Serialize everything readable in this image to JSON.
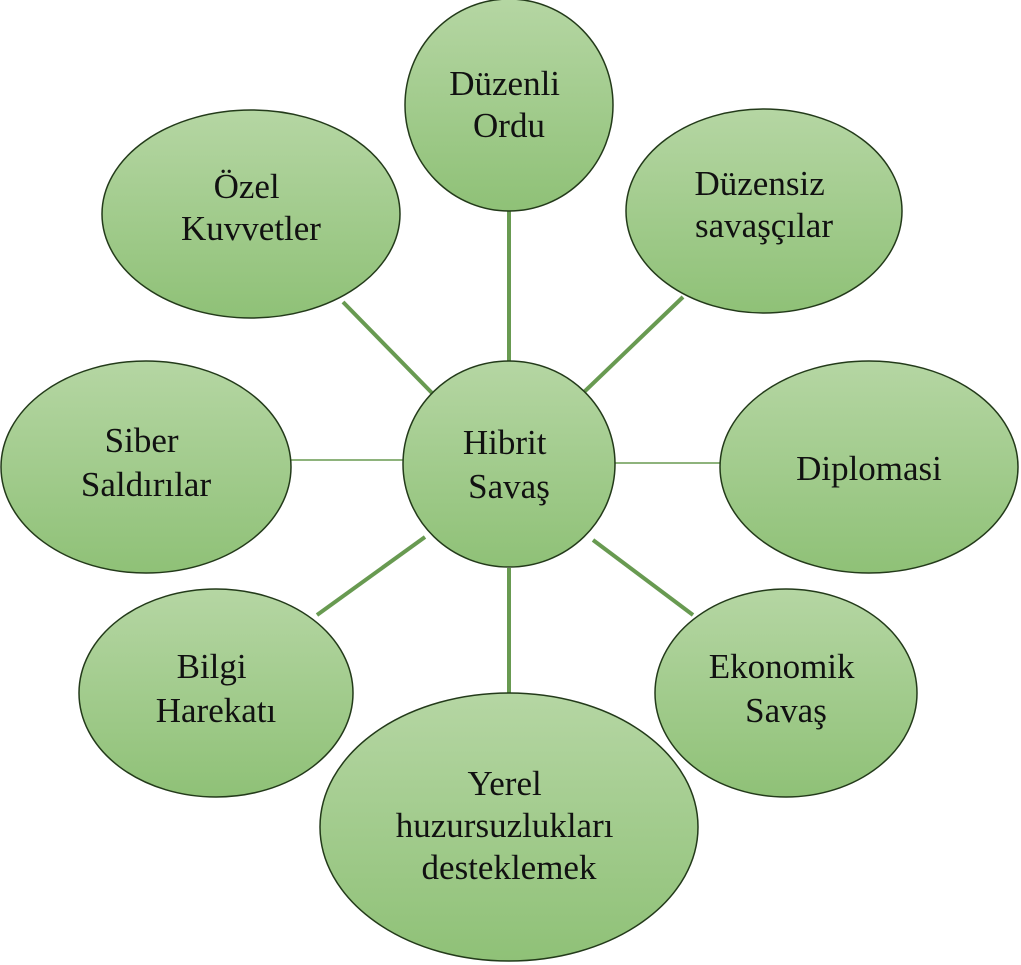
{
  "diagram": {
    "center": {
      "lines": [
        "Hibrit",
        "Savaş"
      ]
    },
    "nodes": [
      {
        "id": "duzenli-ordu",
        "lines": [
          "Düzenli",
          "Ordu"
        ]
      },
      {
        "id": "duzensiz-savascilar",
        "lines": [
          "Düzensiz",
          "savaşçılar"
        ]
      },
      {
        "id": "diplomasi",
        "lines": [
          "Diplomasi"
        ]
      },
      {
        "id": "ekonomik-savas",
        "lines": [
          "Ekonomik",
          "Savaş"
        ]
      },
      {
        "id": "yerel-huzursuzluklari",
        "lines": [
          "Yerel",
          "huzursuzlukları",
          "desteklemek"
        ]
      },
      {
        "id": "bilgi-harekati",
        "lines": [
          "Bilgi",
          "Harekatı"
        ]
      },
      {
        "id": "siber-saldirilar",
        "lines": [
          "Siber",
          "Saldırılar"
        ]
      },
      {
        "id": "ozel-kuvvetler",
        "lines": [
          "Özel",
          "Kuvvetler"
        ]
      }
    ],
    "colors": {
      "fill_top": "#b5d6a3",
      "fill_bottom": "#8fc177",
      "stroke": "#233a1a",
      "connector": "#689a51"
    }
  }
}
